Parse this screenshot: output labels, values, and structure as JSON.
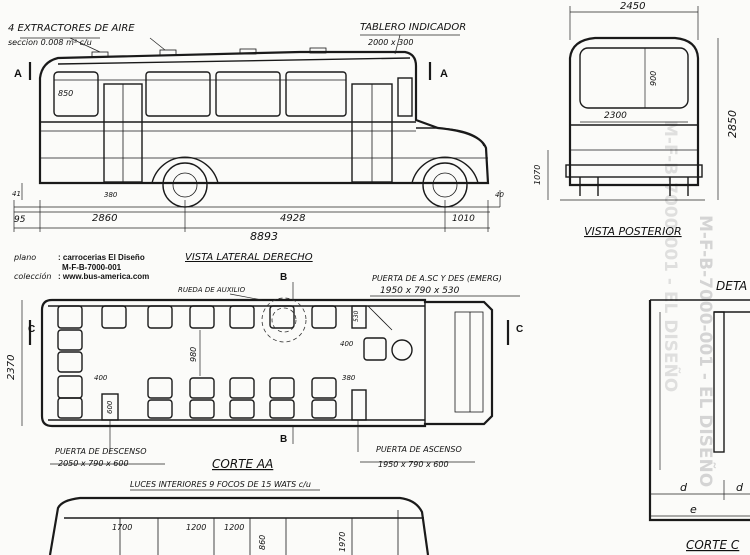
{
  "side_view": {
    "vents_label": "4  EXTRACTORES DE AIRE",
    "vents_section": "seccion 0.008 m² c/u",
    "panel_label": "TABLERO INDICADOR",
    "panel_size": "2000 x 300",
    "section_marker": "A",
    "window_height": "850",
    "step_height": "380",
    "front_clearance": "40",
    "rear_clearance": "41",
    "rear_overhang": "95",
    "wheelbase_front": "2860",
    "wheelbase": "4928",
    "front_overhang": "1010",
    "total_length": "8893",
    "title": "VISTA LATERAL DERECHO"
  },
  "rear_view": {
    "width_top": "2450",
    "window_height": "900",
    "inner_width": "2300",
    "total_height": "2850",
    "floor_height": "1070",
    "title": "VISTA POSTERIOR"
  },
  "credits": {
    "plano_label": "plano",
    "plano_value": ": carrocerias El Diseño",
    "code": "M-F-B-7000-001",
    "coleccion_label": "colección",
    "coleccion_value": ": www.bus-america.com"
  },
  "plan_view": {
    "spare_label": "RUEDA DE AUXILIO",
    "section_marker_b": "B",
    "section_marker_c": "C",
    "width": "2370",
    "aisle_width": "980",
    "seat_dim_rear": "400",
    "door_dim_rear": "600",
    "seat_dim_front": "380",
    "driver_dim": "400",
    "emerg_dim": "530",
    "emerg_label": "PUERTA DE A.SC Y DES (EMERG)",
    "emerg_size": "1950 x 790 x 530",
    "exit_label": "PUERTA DE DESCENSO",
    "exit_size": "2050 x 790 x 600",
    "entry_label": "PUERTA DE ASCENSO",
    "entry_size": "1950 x 790 x 600",
    "title": "CORTE AA"
  },
  "bottom_view": {
    "lights_label": "LUCES INTERIORES  9 FOCOS DE 15 WATS c/u",
    "dim_1": "1700",
    "dim_2": "1200",
    "dim_3": "1200",
    "dim_4": "860",
    "dim_5": "1970"
  },
  "detail_view": {
    "title_top": "DETA",
    "label_d": "d",
    "label_e": "e",
    "title_bottom": "CORTE C"
  },
  "watermark": "M-F-B-7000-001 - EL DISEÑO"
}
